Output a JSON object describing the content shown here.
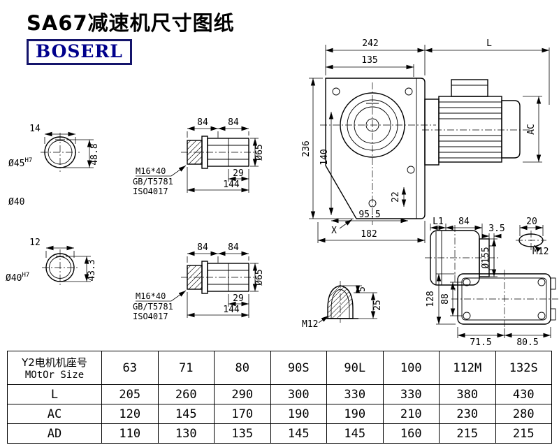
{
  "page": {
    "title": "SA67减速机尺寸图纸",
    "logo": "BOSERL"
  },
  "colors": {
    "logo_navy": "#00008c",
    "line": "#000000"
  },
  "front_view": {
    "w242": "242",
    "L": "L",
    "w135": "135",
    "h236": "236",
    "h140": "140",
    "ac": "AC",
    "off22": "22",
    "w95_5": "95.5",
    "w182": "182",
    "x": "X"
  },
  "shaft_top": {
    "w14": "14",
    "dia": "Ø45",
    "tol": "H7",
    "h48_8": "48.8"
  },
  "mid_label": "Ø40",
  "shaft_bottom": {
    "w12": "12",
    "dia": "Ø40",
    "tol": "H7",
    "h43_3": "43.3"
  },
  "hollow_top": {
    "seg84a": "84",
    "seg84b": "84",
    "bolt": "M16*40",
    "std1": "GB/T5781",
    "std2": "ISO4017",
    "bore29": "29",
    "len144": "144",
    "dia65": "Ø65"
  },
  "hollow_bottom": {
    "seg84a": "84",
    "seg84b": "84",
    "bolt": "M16*40",
    "std1": "GB/T5781",
    "std2": "ISO4017",
    "bore29": "29",
    "len144": "144",
    "dia65": "Ø65"
  },
  "side_view": {
    "l1": "L1",
    "w84": "84",
    "t3_5": "3.5",
    "w20": "20",
    "dia155": "Ø155",
    "m12": "M12"
  },
  "plug_view": {
    "h5": "5",
    "h25": "25",
    "m12": "M12"
  },
  "bottom_view": {
    "h128": "128",
    "h88": "88",
    "w71_5": "71.5",
    "w80_5": "80.5"
  },
  "table": {
    "header_cn": "Y2电机机座号",
    "header_en": "MOtOr Size",
    "sizes": [
      "63",
      "71",
      "80",
      "90S",
      "90L",
      "100",
      "112M",
      "132S"
    ],
    "rows": [
      {
        "label": "L",
        "values": [
          "205",
          "260",
          "290",
          "300",
          "330",
          "330",
          "380",
          "430"
        ]
      },
      {
        "label": "AC",
        "values": [
          "120",
          "145",
          "170",
          "190",
          "190",
          "210",
          "230",
          "280"
        ]
      },
      {
        "label": "AD",
        "values": [
          "110",
          "130",
          "135",
          "145",
          "145",
          "160",
          "215",
          "215"
        ]
      }
    ]
  }
}
